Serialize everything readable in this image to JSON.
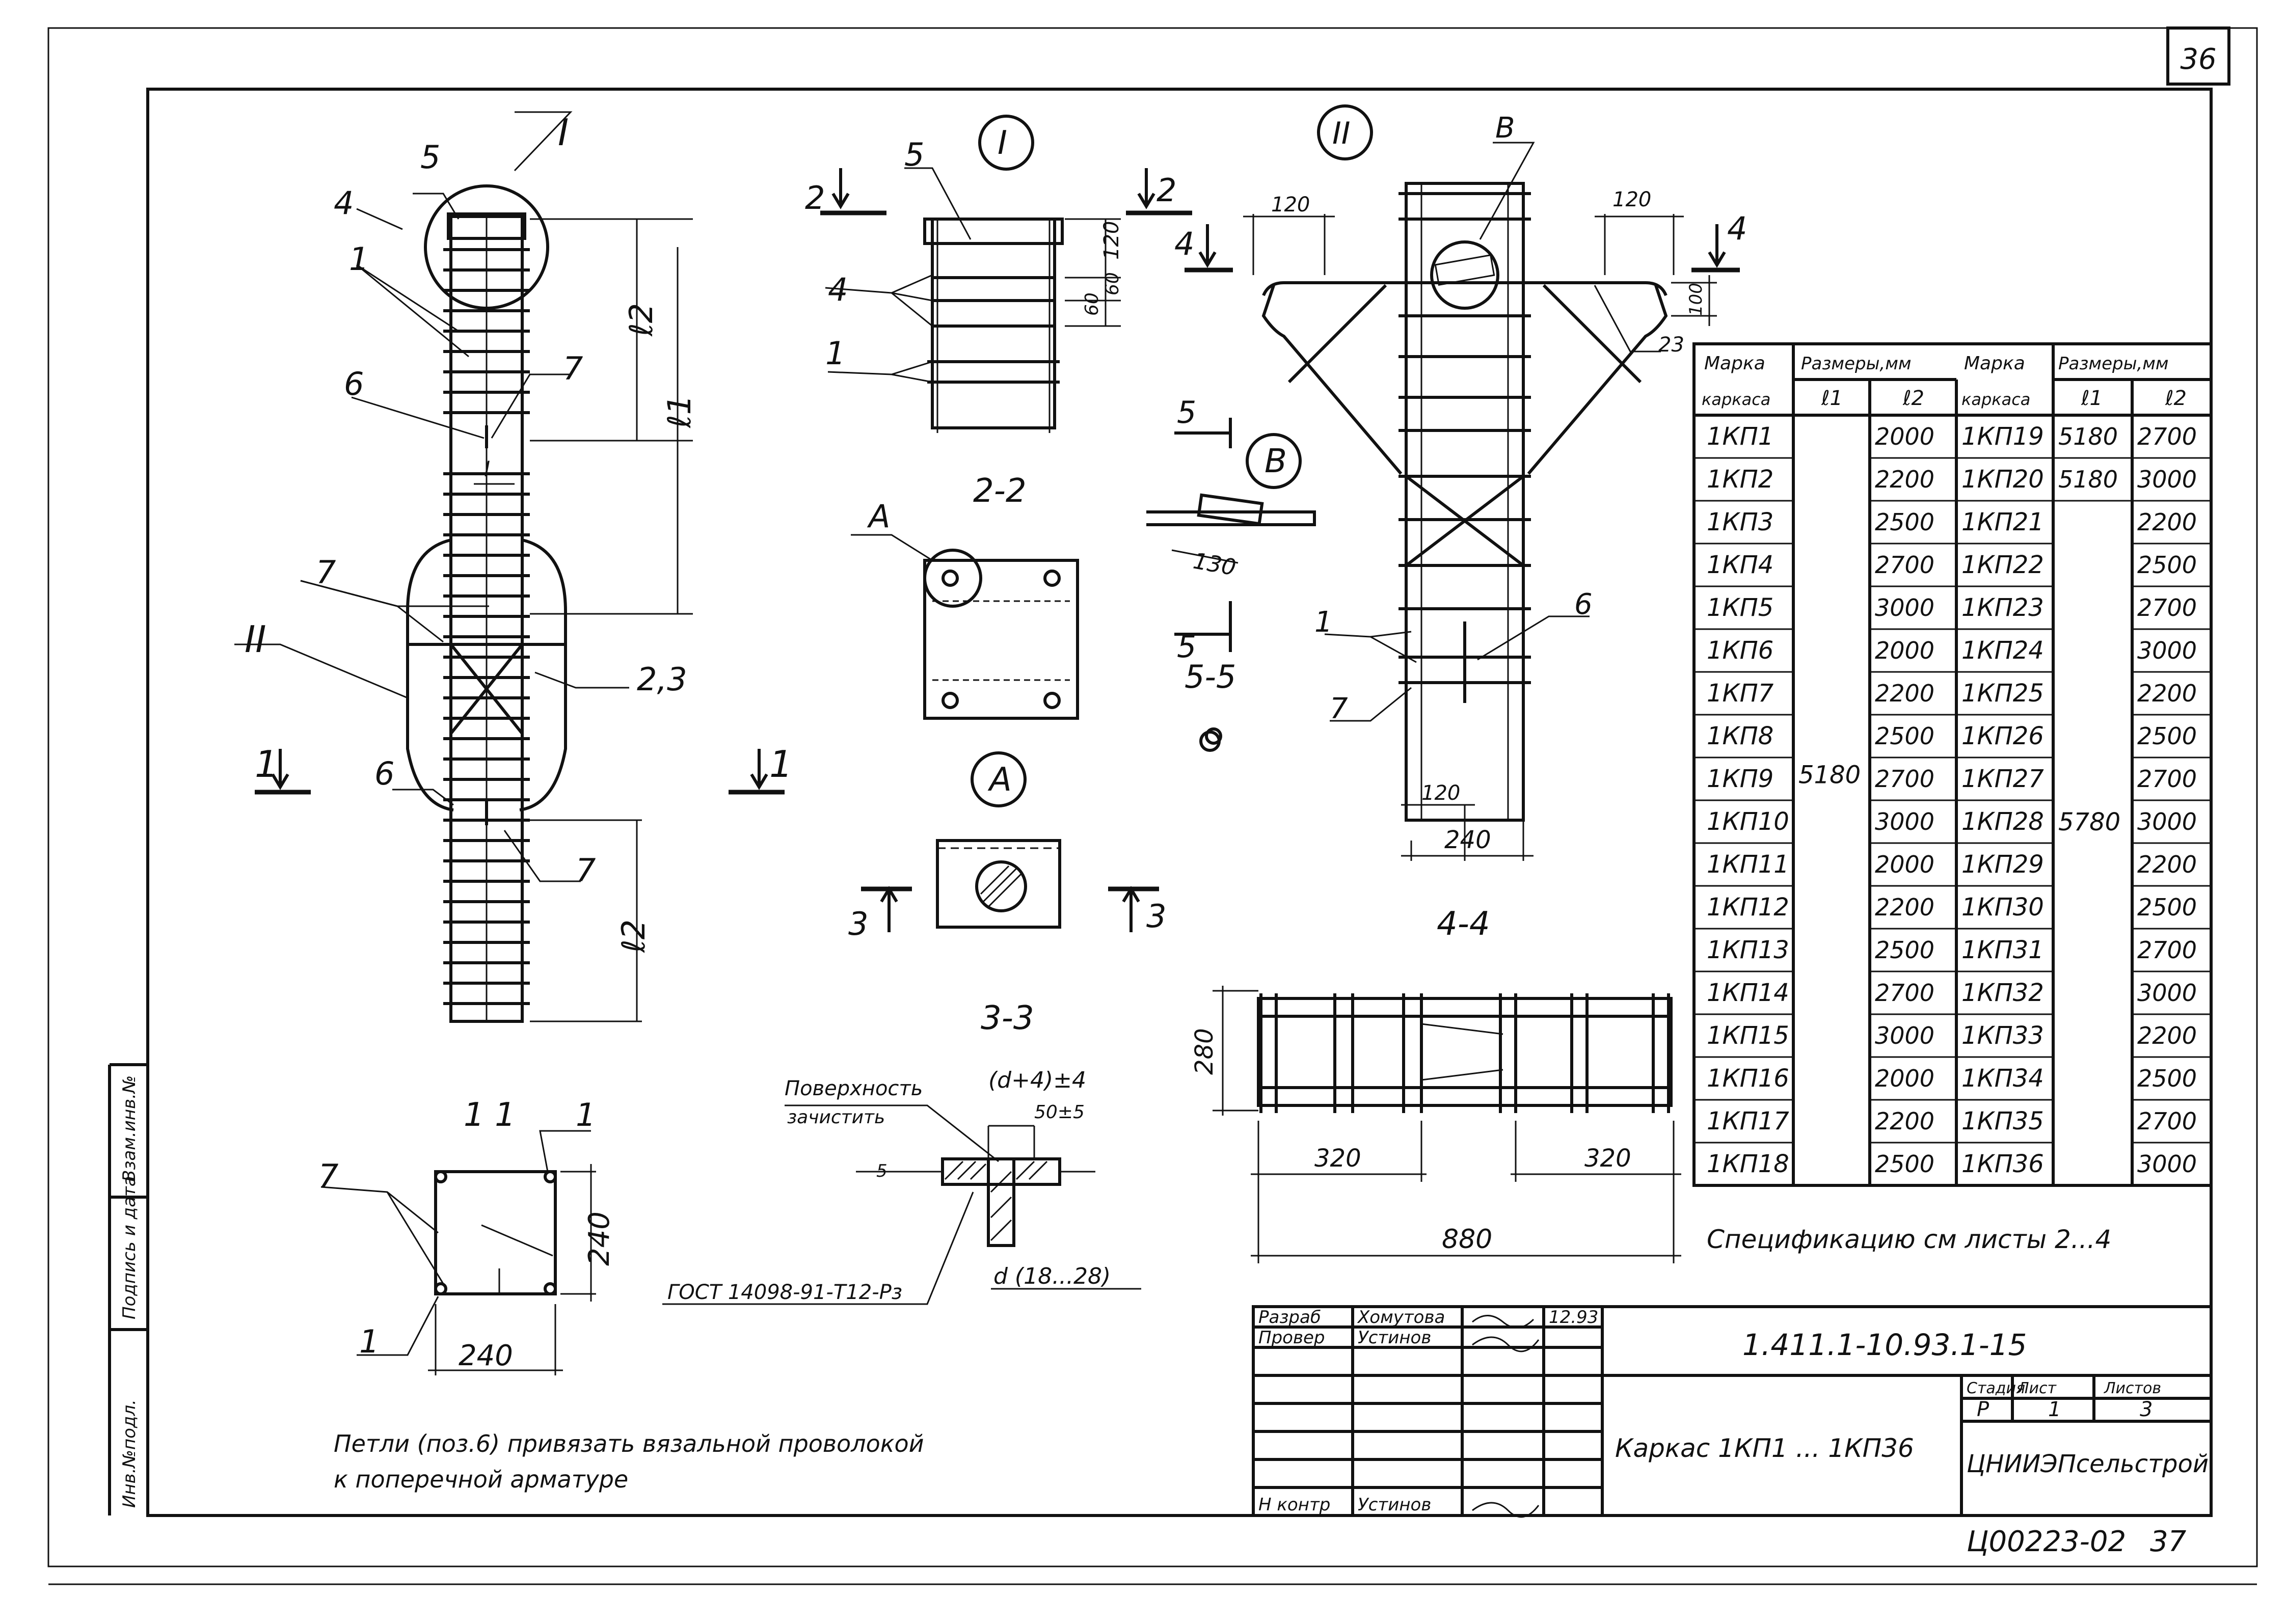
{
  "sheet_number": "36",
  "views": {
    "main_labels": {
      "callout_I": "I",
      "callout_II": "II",
      "pos5": "5",
      "pos4": "4",
      "pos1": "1",
      "pos6": "6",
      "pos7": "7",
      "pos7b": "7",
      "pos23": "2,3",
      "pos6b": "6",
      "pos7c": "7",
      "section1_left": "1",
      "section1_right": "1",
      "l1": "ℓ1",
      "l2_top": "ℓ2",
      "l2_bottom": "ℓ2",
      "dim_l": "l"
    },
    "detail_I": {
      "title": "I",
      "section2_left": "2",
      "section2_right": "2",
      "pos5": "5",
      "pos4": "4",
      "pos1": "1",
      "dim120": "120",
      "dim60a": "60",
      "dim60b": "60"
    },
    "section_2_2": {
      "title": "2-2",
      "callout_A": "A"
    },
    "detail_A": {
      "title": "A",
      "section3_left": "3",
      "section3_right": "3"
    },
    "section_3_3": {
      "title": "3-3",
      "surface": "Поверхность",
      "clean": "зачистить",
      "dim_d": "(d+4)±4",
      "dim_5": "5",
      "dim_50": "50±5",
      "gost": "ГОСТ 14098-91-Т12-Рз",
      "d_range": "d (18...28)"
    },
    "detail_B": {
      "title": "В",
      "section5_top": "5",
      "section5_bottom": "5",
      "dim130": "130",
      "section_5_5": "5-5"
    },
    "detail_II": {
      "title": "II",
      "callout_B": "В",
      "section4_left": "4",
      "section4_right": "4",
      "dim120a": "120",
      "dim120b": "120",
      "dim100": "100",
      "pos23": "23",
      "pos1": "1",
      "pos6": "6",
      "pos7": "7",
      "dim120c": "120",
      "dim240": "240"
    },
    "section_4_4": {
      "title": "4-4",
      "dim280": "280",
      "dim320a": "320",
      "dim320b": "320",
      "dim880": "880"
    },
    "section_1_1": {
      "title": "1 1",
      "pos1a": "1",
      "pos1b": "1",
      "pos7": "7",
      "dim240a": "240",
      "dim240b": "240"
    }
  },
  "table": {
    "headers": {
      "mark": "Марка",
      "frame": "каркаса",
      "sizes": "Размеры,мм",
      "l1": "ℓ1",
      "l2": "ℓ2"
    },
    "left_l1": "5180",
    "right_l1_top": [
      "5180",
      "5180"
    ],
    "right_l1_merged": "5780",
    "rows": [
      {
        "mark_a": "1КП1",
        "l2_a": "2000",
        "mark_b": "1КП19",
        "l2_b": "2700"
      },
      {
        "mark_a": "1КП2",
        "l2_a": "2200",
        "mark_b": "1КП20",
        "l2_b": "3000"
      },
      {
        "mark_a": "1КП3",
        "l2_a": "2500",
        "mark_b": "1КП21",
        "l2_b": "2200"
      },
      {
        "mark_a": "1КП4",
        "l2_a": "2700",
        "mark_b": "1КП22",
        "l2_b": "2500"
      },
      {
        "mark_a": "1КП5",
        "l2_a": "3000",
        "mark_b": "1КП23",
        "l2_b": "2700"
      },
      {
        "mark_a": "1КП6",
        "l2_a": "2000",
        "mark_b": "1КП24",
        "l2_b": "3000"
      },
      {
        "mark_a": "1КП7",
        "l2_a": "2200",
        "mark_b": "1КП25",
        "l2_b": "2200"
      },
      {
        "mark_a": "1КП8",
        "l2_a": "2500",
        "mark_b": "1КП26",
        "l2_b": "2500"
      },
      {
        "mark_a": "1КП9",
        "l2_a": "2700",
        "mark_b": "1КП27",
        "l2_b": "2700"
      },
      {
        "mark_a": "1КП10",
        "l2_a": "3000",
        "mark_b": "1КП28",
        "l2_b": "3000"
      },
      {
        "mark_a": "1КП11",
        "l2_a": "2000",
        "mark_b": "1КП29",
        "l2_b": "2200"
      },
      {
        "mark_a": "1КП12",
        "l2_a": "2200",
        "mark_b": "1КП30",
        "l2_b": "2500"
      },
      {
        "mark_a": "1КП13",
        "l2_a": "2500",
        "mark_b": "1КП31",
        "l2_b": "2700"
      },
      {
        "mark_a": "1КП14",
        "l2_a": "2700",
        "mark_b": "1КП32",
        "l2_b": "3000"
      },
      {
        "mark_a": "1КП15",
        "l2_a": "3000",
        "mark_b": "1КП33",
        "l2_b": "2200"
      },
      {
        "mark_a": "1КП16",
        "l2_a": "2000",
        "mark_b": "1КП34",
        "l2_b": "2500"
      },
      {
        "mark_a": "1КП17",
        "l2_a": "2200",
        "mark_b": "1КП35",
        "l2_b": "2700"
      },
      {
        "mark_a": "1КП18",
        "l2_a": "2500",
        "mark_b": "1КП36",
        "l2_b": "3000"
      }
    ]
  },
  "notes": {
    "spec": "Спецификацию см листы 2...4",
    "loops_line1": "Петли (поз.6) привязать вязальной проволокой",
    "loops_line2": "к поперечной арматуре"
  },
  "title_block": {
    "code": "1.411.1-10.93.1-15",
    "title": "Каркас 1КП1 ... 1КП36",
    "org": "ЦНИИЭПсельстрой",
    "stage_h": "Стадия",
    "sheet_h": "Лист",
    "sheets_h": "Листов",
    "stage": "Р",
    "sheet": "1",
    "sheets": "3",
    "r1_role": "Разраб",
    "r1_name": "Хомутова",
    "r1_date": "12.93",
    "r2_role": "Провер",
    "r2_name": "Устинов",
    "r3_role": "Н контр",
    "r3_name": "Устинов"
  },
  "side_stamps": {
    "s1": "Взам.инв.№",
    "s2": "Подпись и дата",
    "s3": "Инв.№подл."
  },
  "footer": {
    "archive": "Ц00223-02",
    "page": "37"
  }
}
